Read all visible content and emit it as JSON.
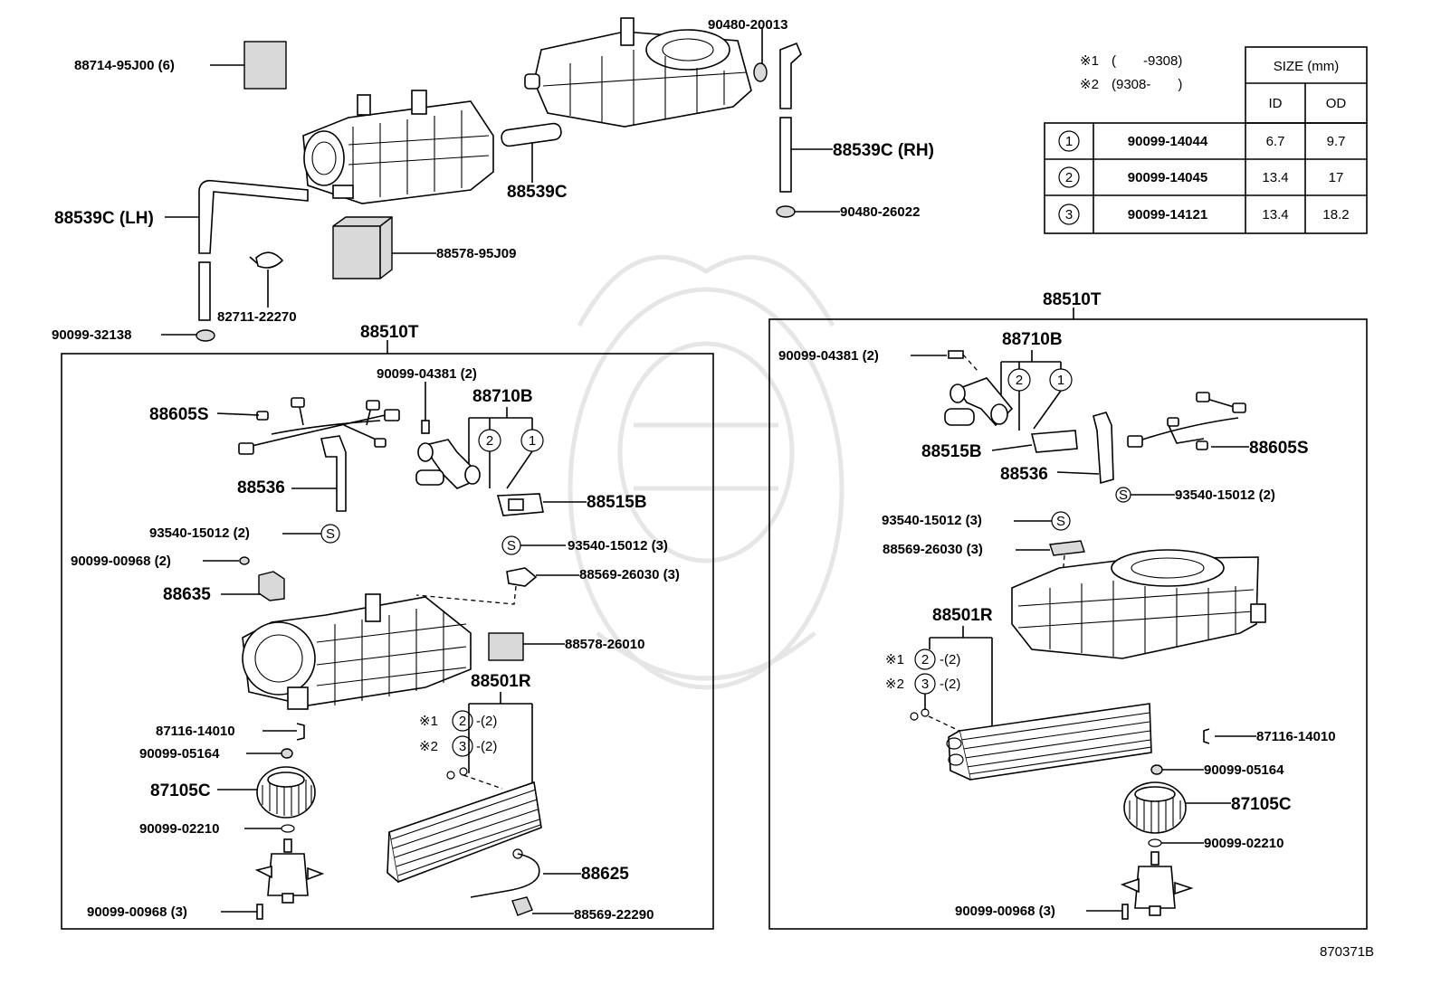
{
  "diagram_ref": "870371B",
  "notes": {
    "note1_prefix": "※1",
    "note1_range": "(　　-9308)",
    "note2_prefix": "※2",
    "note2_range": "(9308-　　)"
  },
  "size_table": {
    "header": "SIZE (mm)",
    "col_id": "ID",
    "col_od": "OD",
    "rows": [
      {
        "no": "1",
        "part": "90099-14044",
        "id": "6.7",
        "od": "9.7"
      },
      {
        "no": "2",
        "part": "90099-14045",
        "id": "13.4",
        "od": "17"
      },
      {
        "no": "3",
        "part": "90099-14121",
        "id": "13.4",
        "od": "18.2"
      }
    ]
  },
  "top": {
    "l_88714": "88714-95J00 (6)",
    "l_90480_20013": "90480-20013",
    "l_88539c_rh": "88539C (RH)",
    "l_88539c": "88539C",
    "l_90480_26022": "90480-26022",
    "l_88539c_lh": "88539C (LH)",
    "l_88578_95j09": "88578-95J09",
    "l_82711": "82711-22270",
    "l_90099_32138": "90099-32138"
  },
  "left_box": {
    "title": "88510T",
    "l_04381": "90099-04381 (2)",
    "l_88710b": "88710B",
    "c1": "1",
    "c2": "2",
    "l_88605s": "88605S",
    "l_88536": "88536",
    "l_88515b": "88515B",
    "l_93540_2": "93540-15012 (2)",
    "l_93540_3": "93540-15012 (3)",
    "l_00968_2": "90099-00968 (2)",
    "l_88569_26030": "88569-26030 (3)",
    "l_88635": "88635",
    "l_88578_26010": "88578-26010",
    "l_88501r": "88501R",
    "n1": "※1",
    "n2": "※2",
    "q2": "-(2)",
    "q3": "-(2)",
    "c2b": "2",
    "c3": "3",
    "l_87116": "87116-14010",
    "l_05164": "90099-05164",
    "l_87105c": "87105C",
    "l_02210": "90099-02210",
    "l_88625": "88625",
    "l_00968_3": "90099-00968 (3)",
    "l_88569_22290": "88569-22290",
    "s": "S"
  },
  "right_box": {
    "title": "88510T",
    "l_88710b": "88710B",
    "l_04381": "90099-04381 (2)",
    "c1": "1",
    "c2": "2",
    "l_88515b": "88515B",
    "l_88536": "88536",
    "l_88605s": "88605S",
    "l_93540_2": "93540-15012 (2)",
    "l_93540_3": "93540-15012 (3)",
    "l_88569_26030": "88569-26030 (3)",
    "l_88501r": "88501R",
    "n1": "※1",
    "n2": "※2",
    "q2": "-(2)",
    "q3": "-(2)",
    "c2b": "2",
    "c3": "3",
    "l_87116": "87116-14010",
    "l_05164": "90099-05164",
    "l_87105c": "87105C",
    "l_02210": "90099-02210",
    "l_00968_3": "90099-00968 (3)",
    "s": "S"
  }
}
